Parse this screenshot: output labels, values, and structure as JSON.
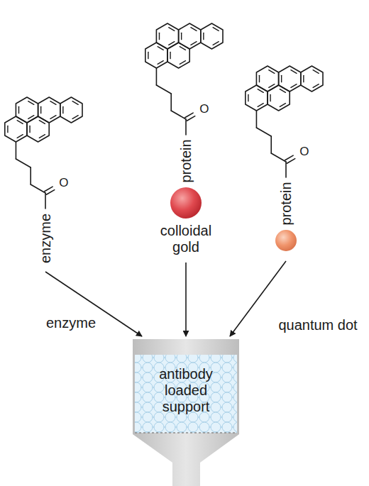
{
  "diagram": {
    "nodes": [
      {
        "text": [
          "enzyme"
        ]
      },
      {
        "text": [
          "protein",
          "colloidal gold"
        ]
      },
      {
        "text": [
          "protein"
        ]
      },
      {
        "text": [
          "antibody loaded support"
        ]
      }
    ],
    "edges": [
      {
        "from": 0,
        "to": 3,
        "arrow": "to",
        "label": "enzyme"
      },
      {
        "from": 1,
        "to": 3,
        "arrow": "to"
      },
      {
        "from": 2,
        "to": 3,
        "arrow": "to",
        "label": "quantum dot"
      }
    ],
    "labels": [
      "O",
      "O",
      "O"
    ]
  }
}
